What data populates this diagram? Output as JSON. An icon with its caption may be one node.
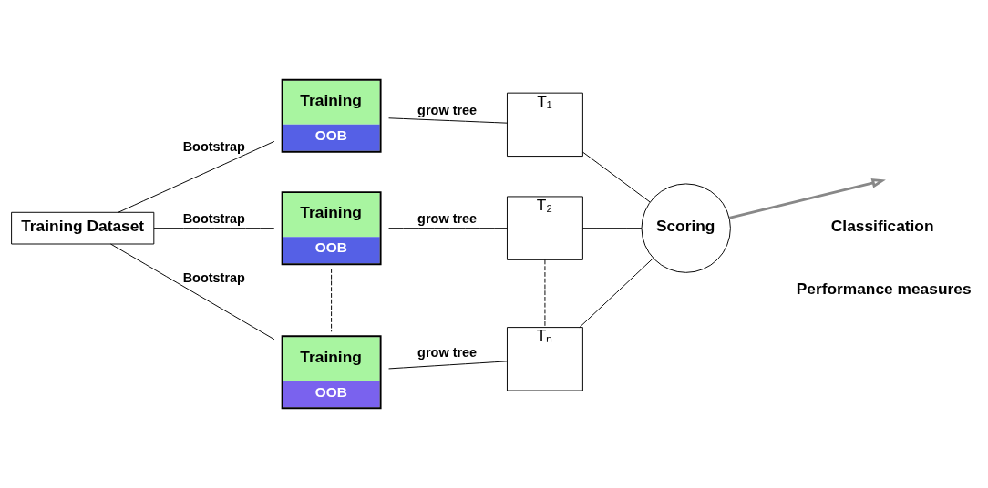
{
  "diagram": {
    "nodes": [
      {
        "text": [
          "Training Dataset"
        ]
      },
      {
        "text": [
          "Training",
          "OOB"
        ]
      },
      {
        "text": [
          "Training",
          "OOB"
        ]
      },
      {
        "text": [
          "Training",
          "OOB"
        ]
      },
      {
        "text": [
          "T₁"
        ]
      },
      {
        "text": [
          "T₂"
        ]
      },
      {
        "text": [
          "Tₙ"
        ]
      },
      {
        "text": [
          "Scoring"
        ]
      }
    ],
    "edges": [
      {
        "from": 0,
        "to": 1,
        "arrow": "none",
        "label": "Bootstrap"
      },
      {
        "from": 0,
        "to": 2,
        "arrow": "none",
        "label": "Bootstrap"
      },
      {
        "from": 0,
        "to": 3,
        "arrow": "none",
        "label": "Bootstrap"
      },
      {
        "from": 1,
        "to": 4,
        "arrow": "none",
        "label": "grow tree"
      },
      {
        "from": 2,
        "to": 5,
        "arrow": "none",
        "label": "grow tree"
      },
      {
        "from": 3,
        "to": 6,
        "arrow": "none",
        "label": "grow tree"
      },
      {
        "from": 2,
        "to": 3,
        "arrow": "none",
        "style": "dashed"
      },
      {
        "from": 5,
        "to": 6,
        "arrow": "none",
        "style": "dashed"
      },
      {
        "from": 4,
        "to": 7,
        "arrow": "none"
      },
      {
        "from": 5,
        "to": 7,
        "arrow": "none"
      },
      {
        "from": 6,
        "to": 7,
        "arrow": "none"
      },
      {
        "from": 7,
        "to": null,
        "arrow": "to",
        "style": "thick",
        "color": "#888888"
      }
    ],
    "labels": [
      "Classification",
      "Performance measures"
    ]
  }
}
